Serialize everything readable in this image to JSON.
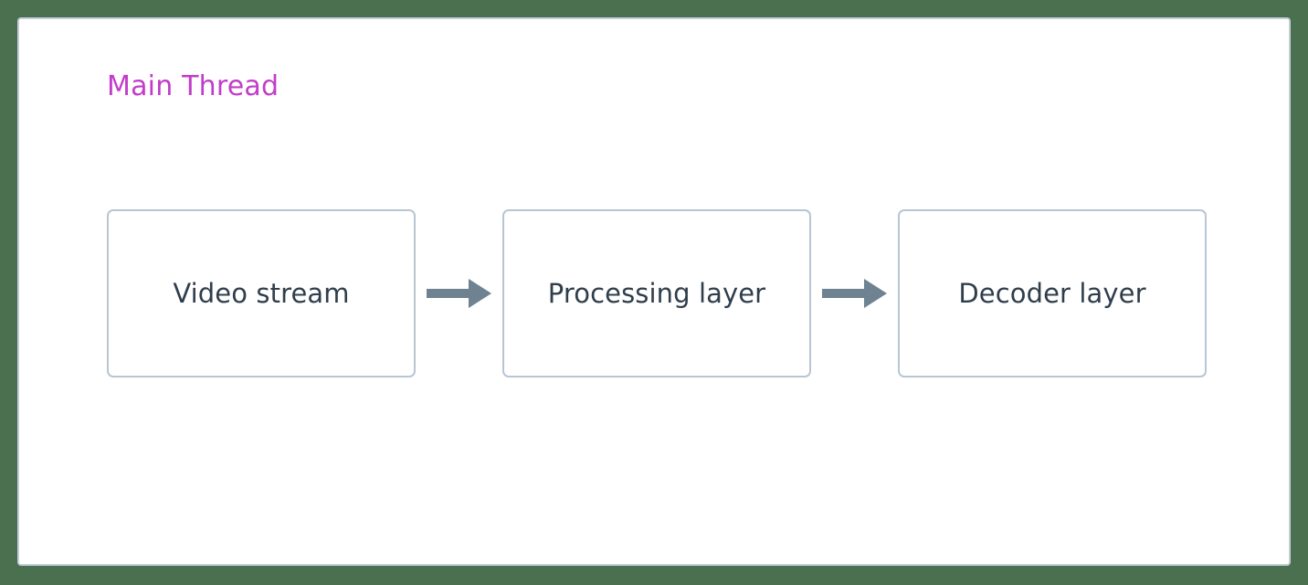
{
  "canvas": {
    "background_color": "#4a7050",
    "panel_background": "#ffffff",
    "panel_border_color": "#c3cfda"
  },
  "diagram": {
    "type": "flowchart",
    "direction": "left-to-right",
    "subgraph": {
      "title": "Main Thread",
      "title_color": "#c23dc9"
    },
    "node_style": {
      "border_color": "#b8c6d3",
      "fill_color": "#ffffff",
      "text_color": "#303e4c"
    },
    "arrow_style": {
      "color": "#6e8292"
    },
    "nodes": [
      {
        "id": "video-stream",
        "label": "Video stream"
      },
      {
        "id": "processing-layer",
        "label": "Processing layer"
      },
      {
        "id": "decoder-layer",
        "label": "Decoder layer"
      }
    ],
    "edges": [
      {
        "id": "edge-1",
        "from": "video-stream",
        "to": "processing-layer",
        "icon": "arrow-right-icon"
      },
      {
        "id": "edge-2",
        "from": "processing-layer",
        "to": "decoder-layer",
        "icon": "arrow-right-icon"
      }
    ]
  }
}
